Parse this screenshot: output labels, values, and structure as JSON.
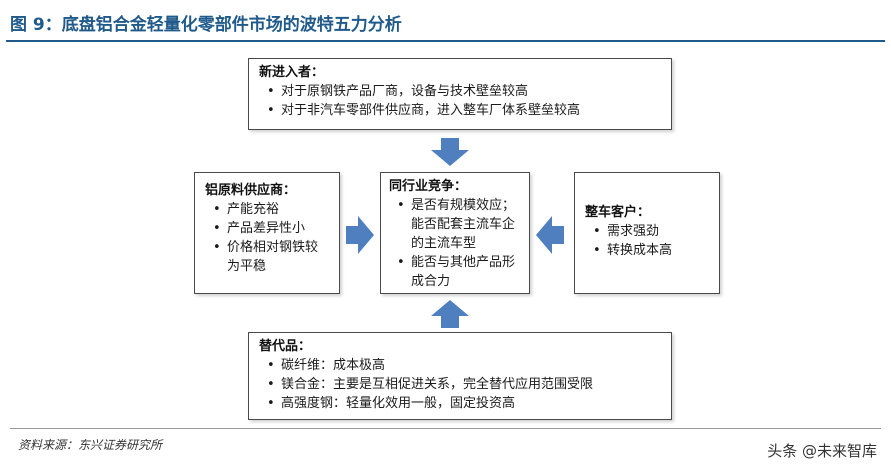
{
  "title": "图 9：底盘铝合金轻量化零部件市场的波特五力分析",
  "new_entrants": {
    "heading": "新进入者：",
    "items": [
      "对于原钢铁产品厂商，设备与技术壁垒较高",
      "对于非汽车零部件供应商，进入整车厂体系壁垒较高"
    ]
  },
  "suppliers": {
    "heading": "铝原料供应商：",
    "items": [
      "产能充裕",
      "产品差异性小",
      "价格相对钢铁较为平稳"
    ]
  },
  "competitors": {
    "heading": "同行业竞争：",
    "items": [
      "是否有规模效应；能否配套主流车企的主流车型",
      "能否与其他产品形成合力"
    ]
  },
  "customers": {
    "heading": "整车客户：",
    "items": [
      "需求强劲",
      "转换成本高"
    ]
  },
  "substitutes": {
    "heading": "替代品：",
    "items": [
      "碳纤维：成本极高",
      "镁合金：主要是互相促进关系，完全替代应用范围受限",
      "高强度钢：轻量化效用一般，固定投资高"
    ]
  },
  "colors": {
    "arrow": "#4f7fbf",
    "title": "#1f5a8a"
  },
  "source": "资料来源：东兴证券研究所",
  "watermark": "头条 @未来智库"
}
